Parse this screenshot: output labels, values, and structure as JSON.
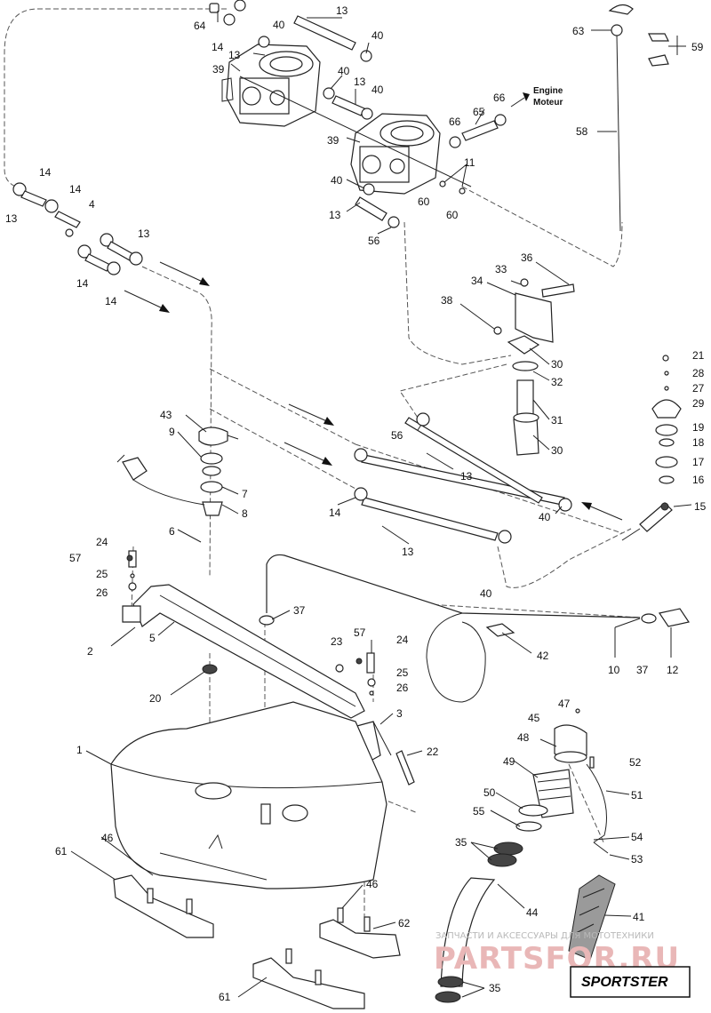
{
  "diagram": {
    "engine_label_en": "Engine",
    "engine_label_fr": "Moteur",
    "badge": "SPORTSTER",
    "watermark_line1": "ЗАПЧАСТИ И АКСЕССУАРЫ ДЛЯ МОТОТЕХНИКИ",
    "watermark_line2": "PARTSFOR.RU",
    "callouts": [
      {
        "id": "c64a",
        "text": "64"
      },
      {
        "id": "c13a",
        "text": "13"
      },
      {
        "id": "c14a",
        "text": "14"
      },
      {
        "id": "c13b",
        "text": "13"
      },
      {
        "id": "c40a",
        "text": "40"
      },
      {
        "id": "c40b",
        "text": "40"
      },
      {
        "id": "c39a",
        "text": "39"
      },
      {
        "id": "c40c",
        "text": "40"
      },
      {
        "id": "c13c",
        "text": "13"
      },
      {
        "id": "c40d",
        "text": "40"
      },
      {
        "id": "c66a",
        "text": "66"
      },
      {
        "id": "c66b",
        "text": "66"
      },
      {
        "id": "c65",
        "text": "65"
      },
      {
        "id": "c39b",
        "text": "39"
      },
      {
        "id": "c40e",
        "text": "40"
      },
      {
        "id": "c11",
        "text": "11"
      },
      {
        "id": "c60a",
        "text": "60"
      },
      {
        "id": "c60b",
        "text": "60"
      },
      {
        "id": "c13d",
        "text": "13"
      },
      {
        "id": "c56a",
        "text": "56"
      },
      {
        "id": "c63",
        "text": "63"
      },
      {
        "id": "c59",
        "text": "59"
      },
      {
        "id": "c58",
        "text": "58"
      },
      {
        "id": "c14b",
        "text": "14"
      },
      {
        "id": "c14c",
        "text": "14"
      },
      {
        "id": "c13e",
        "text": "13"
      },
      {
        "id": "c4",
        "text": "4"
      },
      {
        "id": "c13f",
        "text": "13"
      },
      {
        "id": "c14d",
        "text": "14"
      },
      {
        "id": "c14e",
        "text": "14"
      },
      {
        "id": "c36",
        "text": "36"
      },
      {
        "id": "c33",
        "text": "33"
      },
      {
        "id": "c34",
        "text": "34"
      },
      {
        "id": "c38",
        "text": "38"
      },
      {
        "id": "c30a",
        "text": "30"
      },
      {
        "id": "c32",
        "text": "32"
      },
      {
        "id": "c31",
        "text": "31"
      },
      {
        "id": "c30b",
        "text": "30"
      },
      {
        "id": "c21",
        "text": "21"
      },
      {
        "id": "c28",
        "text": "28"
      },
      {
        "id": "c27",
        "text": "27"
      },
      {
        "id": "c29",
        "text": "29"
      },
      {
        "id": "c19",
        "text": "19"
      },
      {
        "id": "c18",
        "text": "18"
      },
      {
        "id": "c17",
        "text": "17"
      },
      {
        "id": "c16",
        "text": "16"
      },
      {
        "id": "c15",
        "text": "15"
      },
      {
        "id": "c43",
        "text": "43"
      },
      {
        "id": "c9",
        "text": "9"
      },
      {
        "id": "c7",
        "text": "7"
      },
      {
        "id": "c8",
        "text": "8"
      },
      {
        "id": "c56b",
        "text": "56"
      },
      {
        "id": "c13g",
        "text": "13"
      },
      {
        "id": "c14f",
        "text": "14"
      },
      {
        "id": "c40f",
        "text": "40"
      },
      {
        "id": "c13h",
        "text": "13"
      },
      {
        "id": "c6",
        "text": "6"
      },
      {
        "id": "c24a",
        "text": "24"
      },
      {
        "id": "c57a",
        "text": "57"
      },
      {
        "id": "c25a",
        "text": "25"
      },
      {
        "id": "c26a",
        "text": "26"
      },
      {
        "id": "c2",
        "text": "2"
      },
      {
        "id": "c5",
        "text": "5"
      },
      {
        "id": "c40g",
        "text": "40"
      },
      {
        "id": "c37a",
        "text": "37"
      },
      {
        "id": "c23",
        "text": "23"
      },
      {
        "id": "c57b",
        "text": "57"
      },
      {
        "id": "c24b",
        "text": "24"
      },
      {
        "id": "c25b",
        "text": "25"
      },
      {
        "id": "c26b",
        "text": "26"
      },
      {
        "id": "c42",
        "text": "42"
      },
      {
        "id": "c10",
        "text": "10"
      },
      {
        "id": "c37b",
        "text": "37"
      },
      {
        "id": "c12",
        "text": "12"
      },
      {
        "id": "c20",
        "text": "20"
      },
      {
        "id": "c3",
        "text": "3"
      },
      {
        "id": "c1",
        "text": "1"
      },
      {
        "id": "c22",
        "text": "22"
      },
      {
        "id": "c47",
        "text": "47"
      },
      {
        "id": "c45",
        "text": "45"
      },
      {
        "id": "c48",
        "text": "48"
      },
      {
        "id": "c52",
        "text": "52"
      },
      {
        "id": "c49",
        "text": "49"
      },
      {
        "id": "c51",
        "text": "51"
      },
      {
        "id": "c50",
        "text": "50"
      },
      {
        "id": "c55",
        "text": "55"
      },
      {
        "id": "c54",
        "text": "54"
      },
      {
        "id": "c35a",
        "text": "35"
      },
      {
        "id": "c53",
        "text": "53"
      },
      {
        "id": "c46a",
        "text": "46"
      },
      {
        "id": "c61a",
        "text": "61"
      },
      {
        "id": "c44",
        "text": "44"
      },
      {
        "id": "c41",
        "text": "41"
      },
      {
        "id": "c46b",
        "text": "46"
      },
      {
        "id": "c62",
        "text": "62"
      },
      {
        "id": "c35b",
        "text": "35"
      },
      {
        "id": "c61b",
        "text": "61"
      }
    ]
  }
}
